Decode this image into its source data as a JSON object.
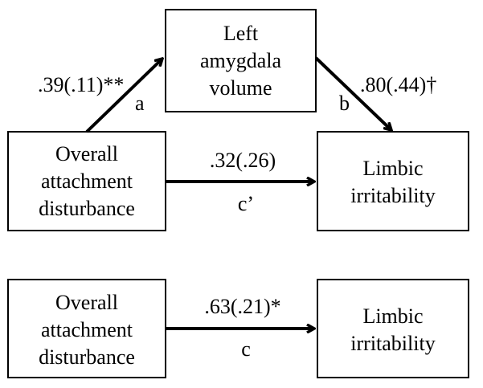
{
  "colors": {
    "stroke": "#000000",
    "text": "#000000",
    "background": "#ffffff"
  },
  "mediation_model": {
    "mediator_box": {
      "lines": [
        "Left",
        "amygdala",
        "volume"
      ]
    },
    "predictor_box": {
      "lines": [
        "Overall",
        "attachment",
        "disturbance"
      ]
    },
    "outcome_box": {
      "lines": [
        "Limbic",
        "irritability"
      ]
    },
    "path_a": {
      "coefficient": ".39(.11)**",
      "label": "a"
    },
    "path_b": {
      "coefficient": ".80(.44)†",
      "label": "b"
    },
    "path_c_prime": {
      "coefficient": ".32(.26)",
      "label": "c’"
    }
  },
  "total_effect_model": {
    "predictor_box": {
      "lines": [
        "Overall",
        "attachment",
        "disturbance"
      ]
    },
    "outcome_box": {
      "lines": [
        "Limbic",
        "irritability"
      ]
    },
    "path_c": {
      "coefficient": ".63(.21)*",
      "label": "c"
    }
  }
}
